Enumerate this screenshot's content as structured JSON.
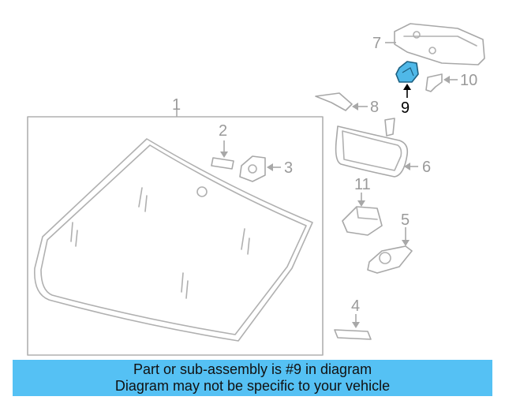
{
  "callouts": {
    "c1": "1",
    "c2": "2",
    "c3": "3",
    "c4": "4",
    "c5": "5",
    "c6": "6",
    "c7": "7",
    "c8": "8",
    "c9": "9",
    "c10": "10",
    "c11": "11"
  },
  "highlighted_part": "9",
  "colors": {
    "highlight": "#4fb8e8",
    "banner": "#55c1f4",
    "line": "#a8a8a8"
  },
  "banner": {
    "line1": "Part or sub-assembly is #9 in diagram",
    "line2": "Diagram may not be specific to your vehicle"
  }
}
